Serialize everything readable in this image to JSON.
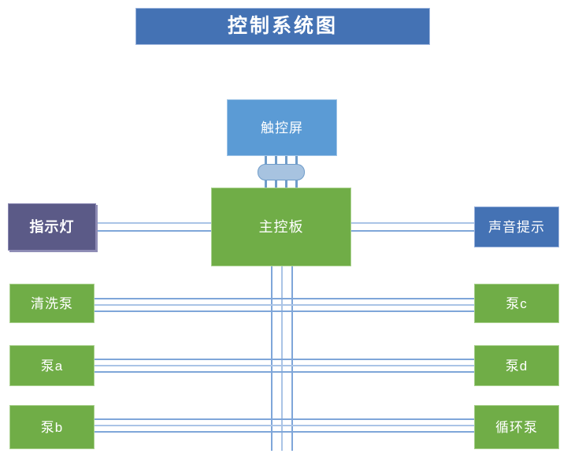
{
  "title": {
    "text": "控制系统图"
  },
  "nodes": {
    "touchscreen": {
      "label": "触控屏",
      "color": "#5b9bd5"
    },
    "mainboard": {
      "label": "主控板",
      "color": "#70ad47"
    },
    "indicator": {
      "label": "指示灯",
      "color": "#5b5a87"
    },
    "sound": {
      "label": "声音提示",
      "color": "#4472b4"
    },
    "pump_clean": {
      "label": "清洗泵",
      "color": "#70ad47"
    },
    "pump_a": {
      "label": "泵a",
      "color": "#70ad47"
    },
    "pump_b": {
      "label": "泵b",
      "color": "#70ad47"
    },
    "pump_c": {
      "label": "泵c",
      "color": "#70ad47"
    },
    "pump_d": {
      "label": "泵d",
      "color": "#70ad47"
    },
    "pump_circ": {
      "label": "循环泵",
      "color": "#70ad47"
    }
  },
  "palette": {
    "title_blue": "#4472b4",
    "screen_blue": "#5b9bd5",
    "board_green": "#70ad47",
    "indicator_purple": "#5b5a87",
    "wire_blue": "#7fa6d9",
    "wire_pale": "#aac4e6",
    "page_background": "#ffffff"
  }
}
